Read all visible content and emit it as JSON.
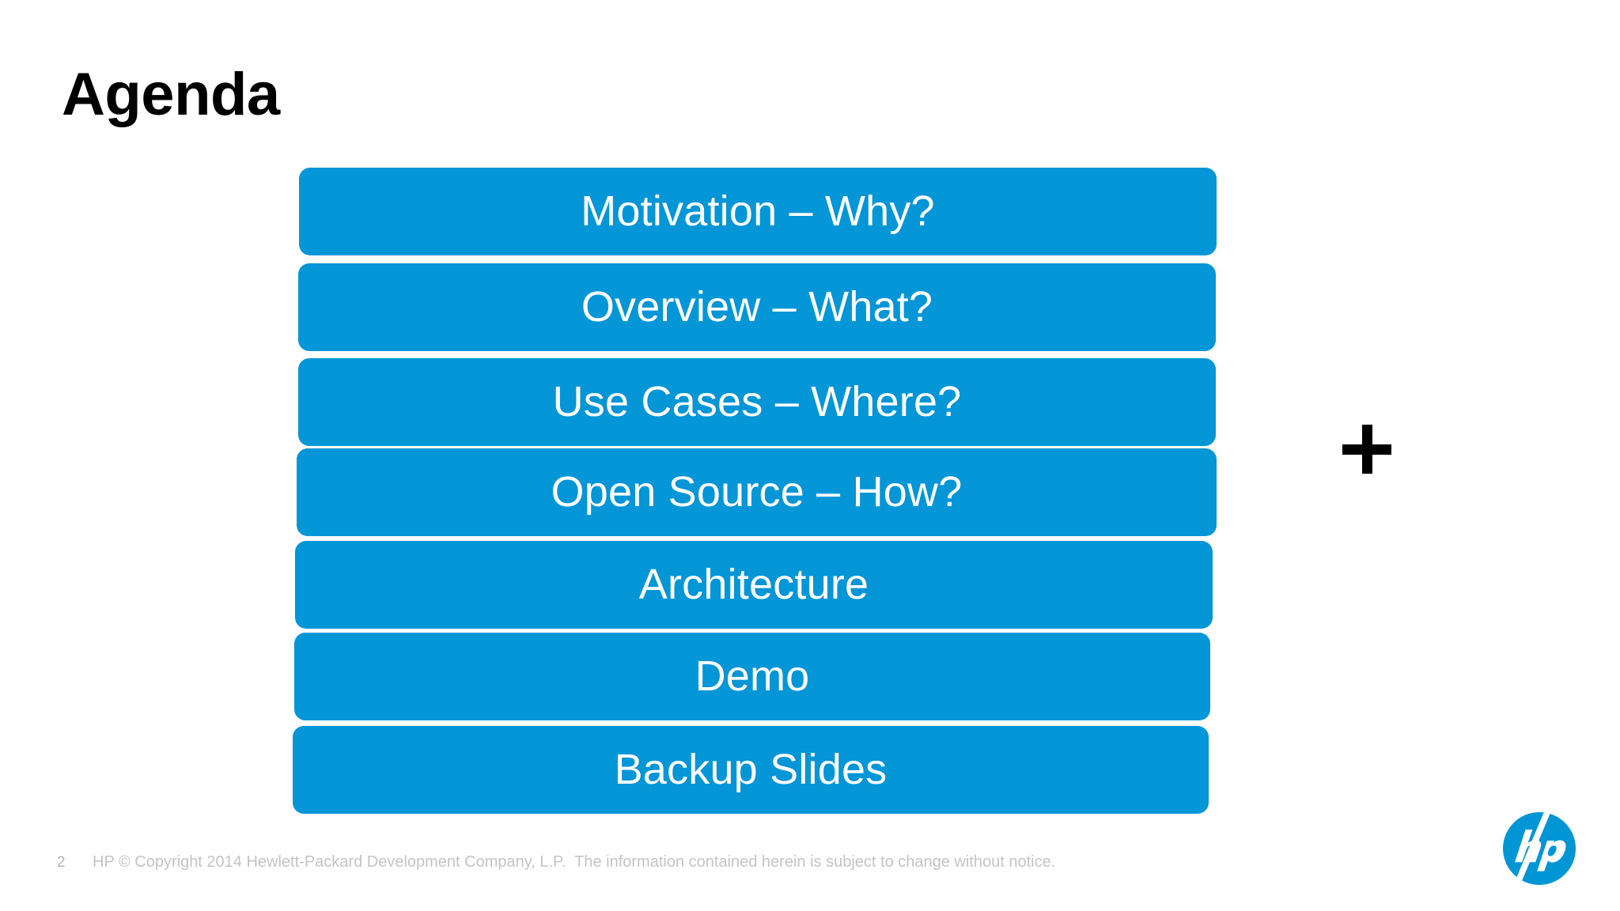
{
  "slide": {
    "title": "Agenda",
    "page_number": "2",
    "copyright": "HP © Copyright 2014 Hewlett-Packard Development Company, L.P.  The information contained herein is subject to change without notice.",
    "accent_color": "#0496d7",
    "title_color": "#000000",
    "bar_text_color": "#ffffff",
    "background_color": "#ffffff",
    "footer_text_color": "#c4c4c4"
  },
  "agenda": {
    "items": [
      {
        "label": "Motivation – Why?"
      },
      {
        "label": "Overview – What?"
      },
      {
        "label": "Use Cases – Where?"
      },
      {
        "label": "Open Source – How?"
      },
      {
        "label": "Architecture"
      },
      {
        "label": "Demo"
      },
      {
        "label": "Backup Slides"
      }
    ]
  },
  "decorations": {
    "plus_symbol": "+",
    "logo_wordmark": "hp"
  }
}
